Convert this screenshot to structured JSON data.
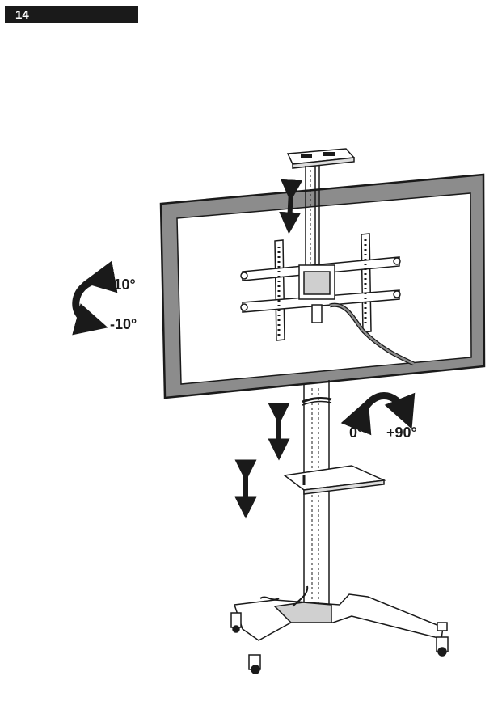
{
  "page": {
    "number": "14"
  },
  "labels": {
    "tilt_up": "+10°",
    "tilt_down": "-10°",
    "rotate_start": "0°",
    "rotate_end": "+90°"
  },
  "colors": {
    "ink": "#1a1a1a",
    "frame_gray": "#8c8c8c",
    "screen": "#ffffff",
    "page_tab": "#1a1a1a"
  },
  "icons": [
    "tilt-arc-arrow-icon",
    "rotate-arc-arrow-icon",
    "height-adjust-arrow-icon"
  ]
}
